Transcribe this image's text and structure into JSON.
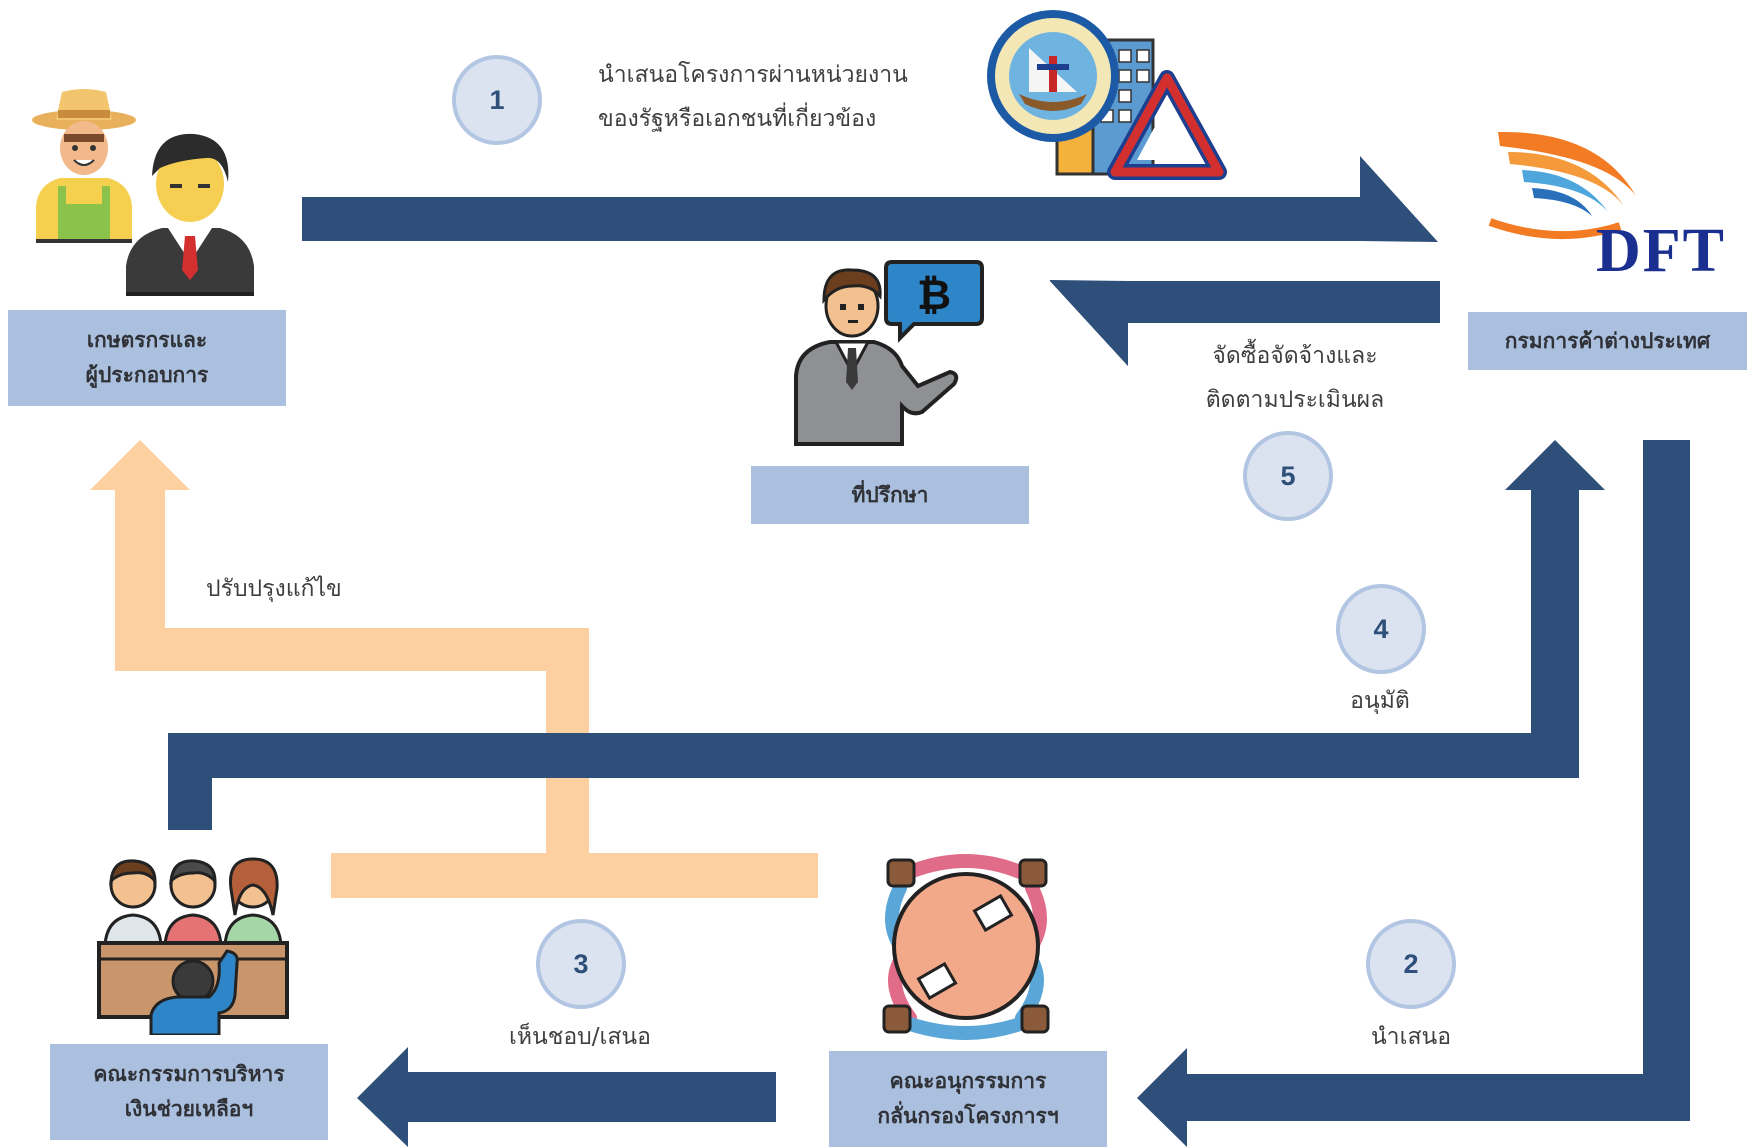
{
  "colors": {
    "primary_arrow": "#2e4f79",
    "revise_arrow": "#fdd0a2",
    "label_box": "#aac0de",
    "step_circle_fill": "#dbe3f0",
    "step_circle_border": "#b2c5e2"
  },
  "entities": {
    "farmers": {
      "line1": "เกษตรกรและ",
      "line2": "ผู้ประกอบการ"
    },
    "dft": {
      "label": "กรมการค้าต่างประเทศ",
      "logo_text": "DFT"
    },
    "consultant": {
      "label": "ที่ปรึกษา"
    },
    "board": {
      "line1": "คณะกรรมการบริหาร",
      "line2": "เงินช่วยเหลือฯ"
    },
    "subcommittee": {
      "line1": "คณะอนุกรรมการ",
      "line2": "กลั่นกรองโครงการฯ"
    }
  },
  "steps": [
    {
      "number": "1",
      "line1": "นำเสนอโครงการผ่านหน่วยงาน",
      "line2": "ของรัฐหรือเอกชนที่เกี่ยวข้อง"
    },
    {
      "number": "2",
      "line1": "นำเสนอ"
    },
    {
      "number": "3",
      "line1": "เห็นชอบ/เสนอ"
    },
    {
      "number": "4",
      "line1": "อนุมัติ"
    },
    {
      "number": "5",
      "line1": "จัดซื้อจัดจ้างและ",
      "line2": "ติดตามประเมินผล"
    }
  ],
  "revise": {
    "label": "ปรับปรุงแก้ไข"
  },
  "icons": {
    "farmers": "farmer-businessman-icon",
    "dft_logo": "dft-logo-icon",
    "consultant": "consultant-bitcoin-icon",
    "board": "committee-meeting-icon",
    "subcommittee": "roundtable-icon",
    "orgs": "trade-organizations-logo-icon"
  }
}
